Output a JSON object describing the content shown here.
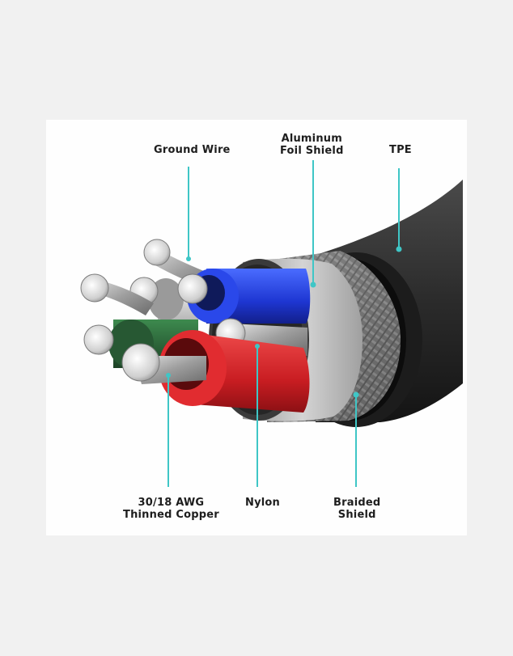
{
  "diagram": {
    "labels": {
      "ground_wire": "Ground Wire",
      "aluminum_foil_line1": "Aluminum",
      "aluminum_foil_line2": "Foil Shield",
      "tpe": "TPE",
      "awg_line1": "30/18 AWG",
      "awg_line2": "Thinned Copper",
      "nylon": "Nylon",
      "braided_line1": "Braided",
      "braided_line2": "Shield"
    },
    "colors": {
      "leader": "#3fc6c6",
      "jacket": "#2a2a2a",
      "foil": "#b9b9b9",
      "red_wire": "#d8262a",
      "blue_wire": "#1f3ee0",
      "green_wire": "#2f6b3c",
      "white_wire": "#eeeeee"
    }
  }
}
